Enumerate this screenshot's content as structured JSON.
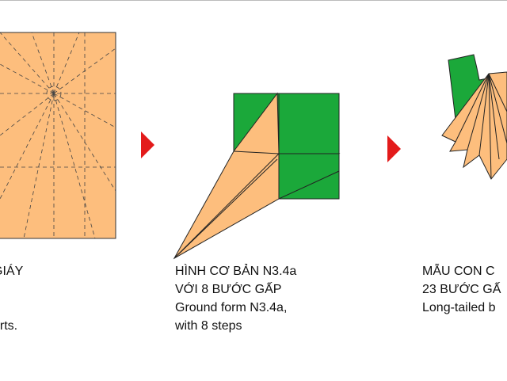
{
  "step1": {
    "lines": [
      "GIÁY",
      "arts."
    ]
  },
  "step2": {
    "lines": [
      "HÌNH CƠ BẢN N3.4a",
      "VỚI 8 BƯỚC GẤP",
      "Ground form N3.4a,",
      "with 8 steps"
    ]
  },
  "step3": {
    "lines": [
      "MẪU CON C",
      "23 BƯỚC GẤ",
      "Long-tailed b"
    ]
  },
  "colors": {
    "paper": "#FDBE7D",
    "green": "#1BA83A",
    "arrow": "#E31B1B"
  }
}
